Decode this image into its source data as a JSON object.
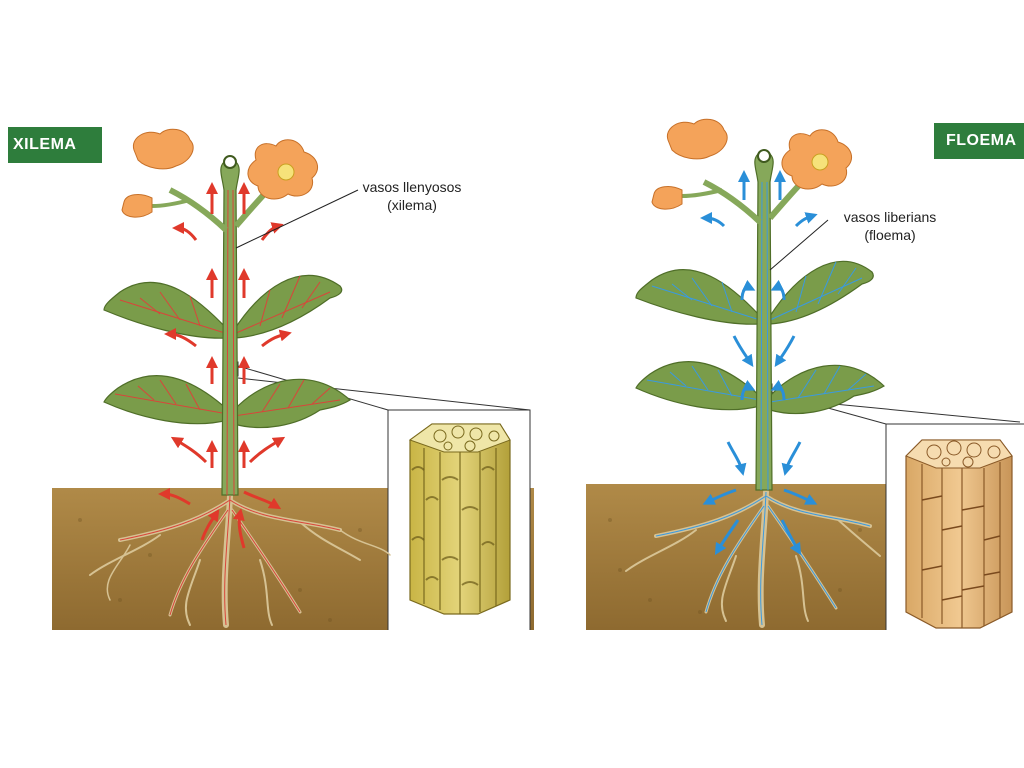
{
  "panels": {
    "xilema": {
      "title": "XILEMA",
      "callout_line1": "vasos llenyosos",
      "callout_line2": "(xilema)",
      "arrow_color": "#e0392b",
      "vein_color": "#d9453a"
    },
    "floema": {
      "title": "FLOEMA",
      "callout_line1": "vasos liberians",
      "callout_line2": "(floema)",
      "arrow_color": "#2a8fd8",
      "vein_color": "#3a9ae0"
    }
  },
  "colors": {
    "label_bg": "#2e7d3c",
    "soil": "#a07a3c",
    "leaf": "#7a9c4a",
    "stem": "#86a85a",
    "petal": "#f4a35a",
    "root": "#d8c49a",
    "xylem_tissue": "#d4c35a",
    "phloem_tissue": "#e6b878"
  }
}
